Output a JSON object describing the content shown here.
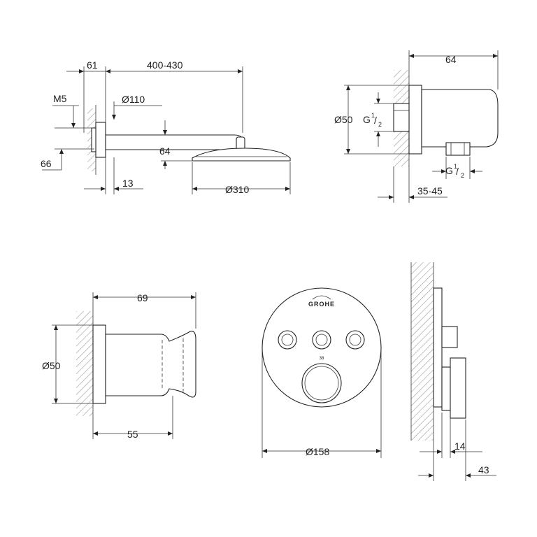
{
  "brand": "GROHE",
  "temp_mark": "38",
  "views": {
    "shower_arm": {
      "dims": [
        "61",
        "400-430",
        "M5",
        "Ø110",
        "64",
        "66",
        "13",
        "Ø310"
      ]
    },
    "wall_outlet": {
      "dims": [
        "64",
        "Ø50",
        "G",
        "1",
        "2",
        "G",
        "1",
        "2",
        "35-45"
      ]
    },
    "hand_holder": {
      "dims": [
        "69",
        "Ø50",
        "55"
      ]
    },
    "thermostat_front": {
      "dims": [
        "Ø158"
      ],
      "valve_buttons": 3
    },
    "thermostat_side": {
      "dims": [
        "14",
        "43"
      ]
    }
  }
}
